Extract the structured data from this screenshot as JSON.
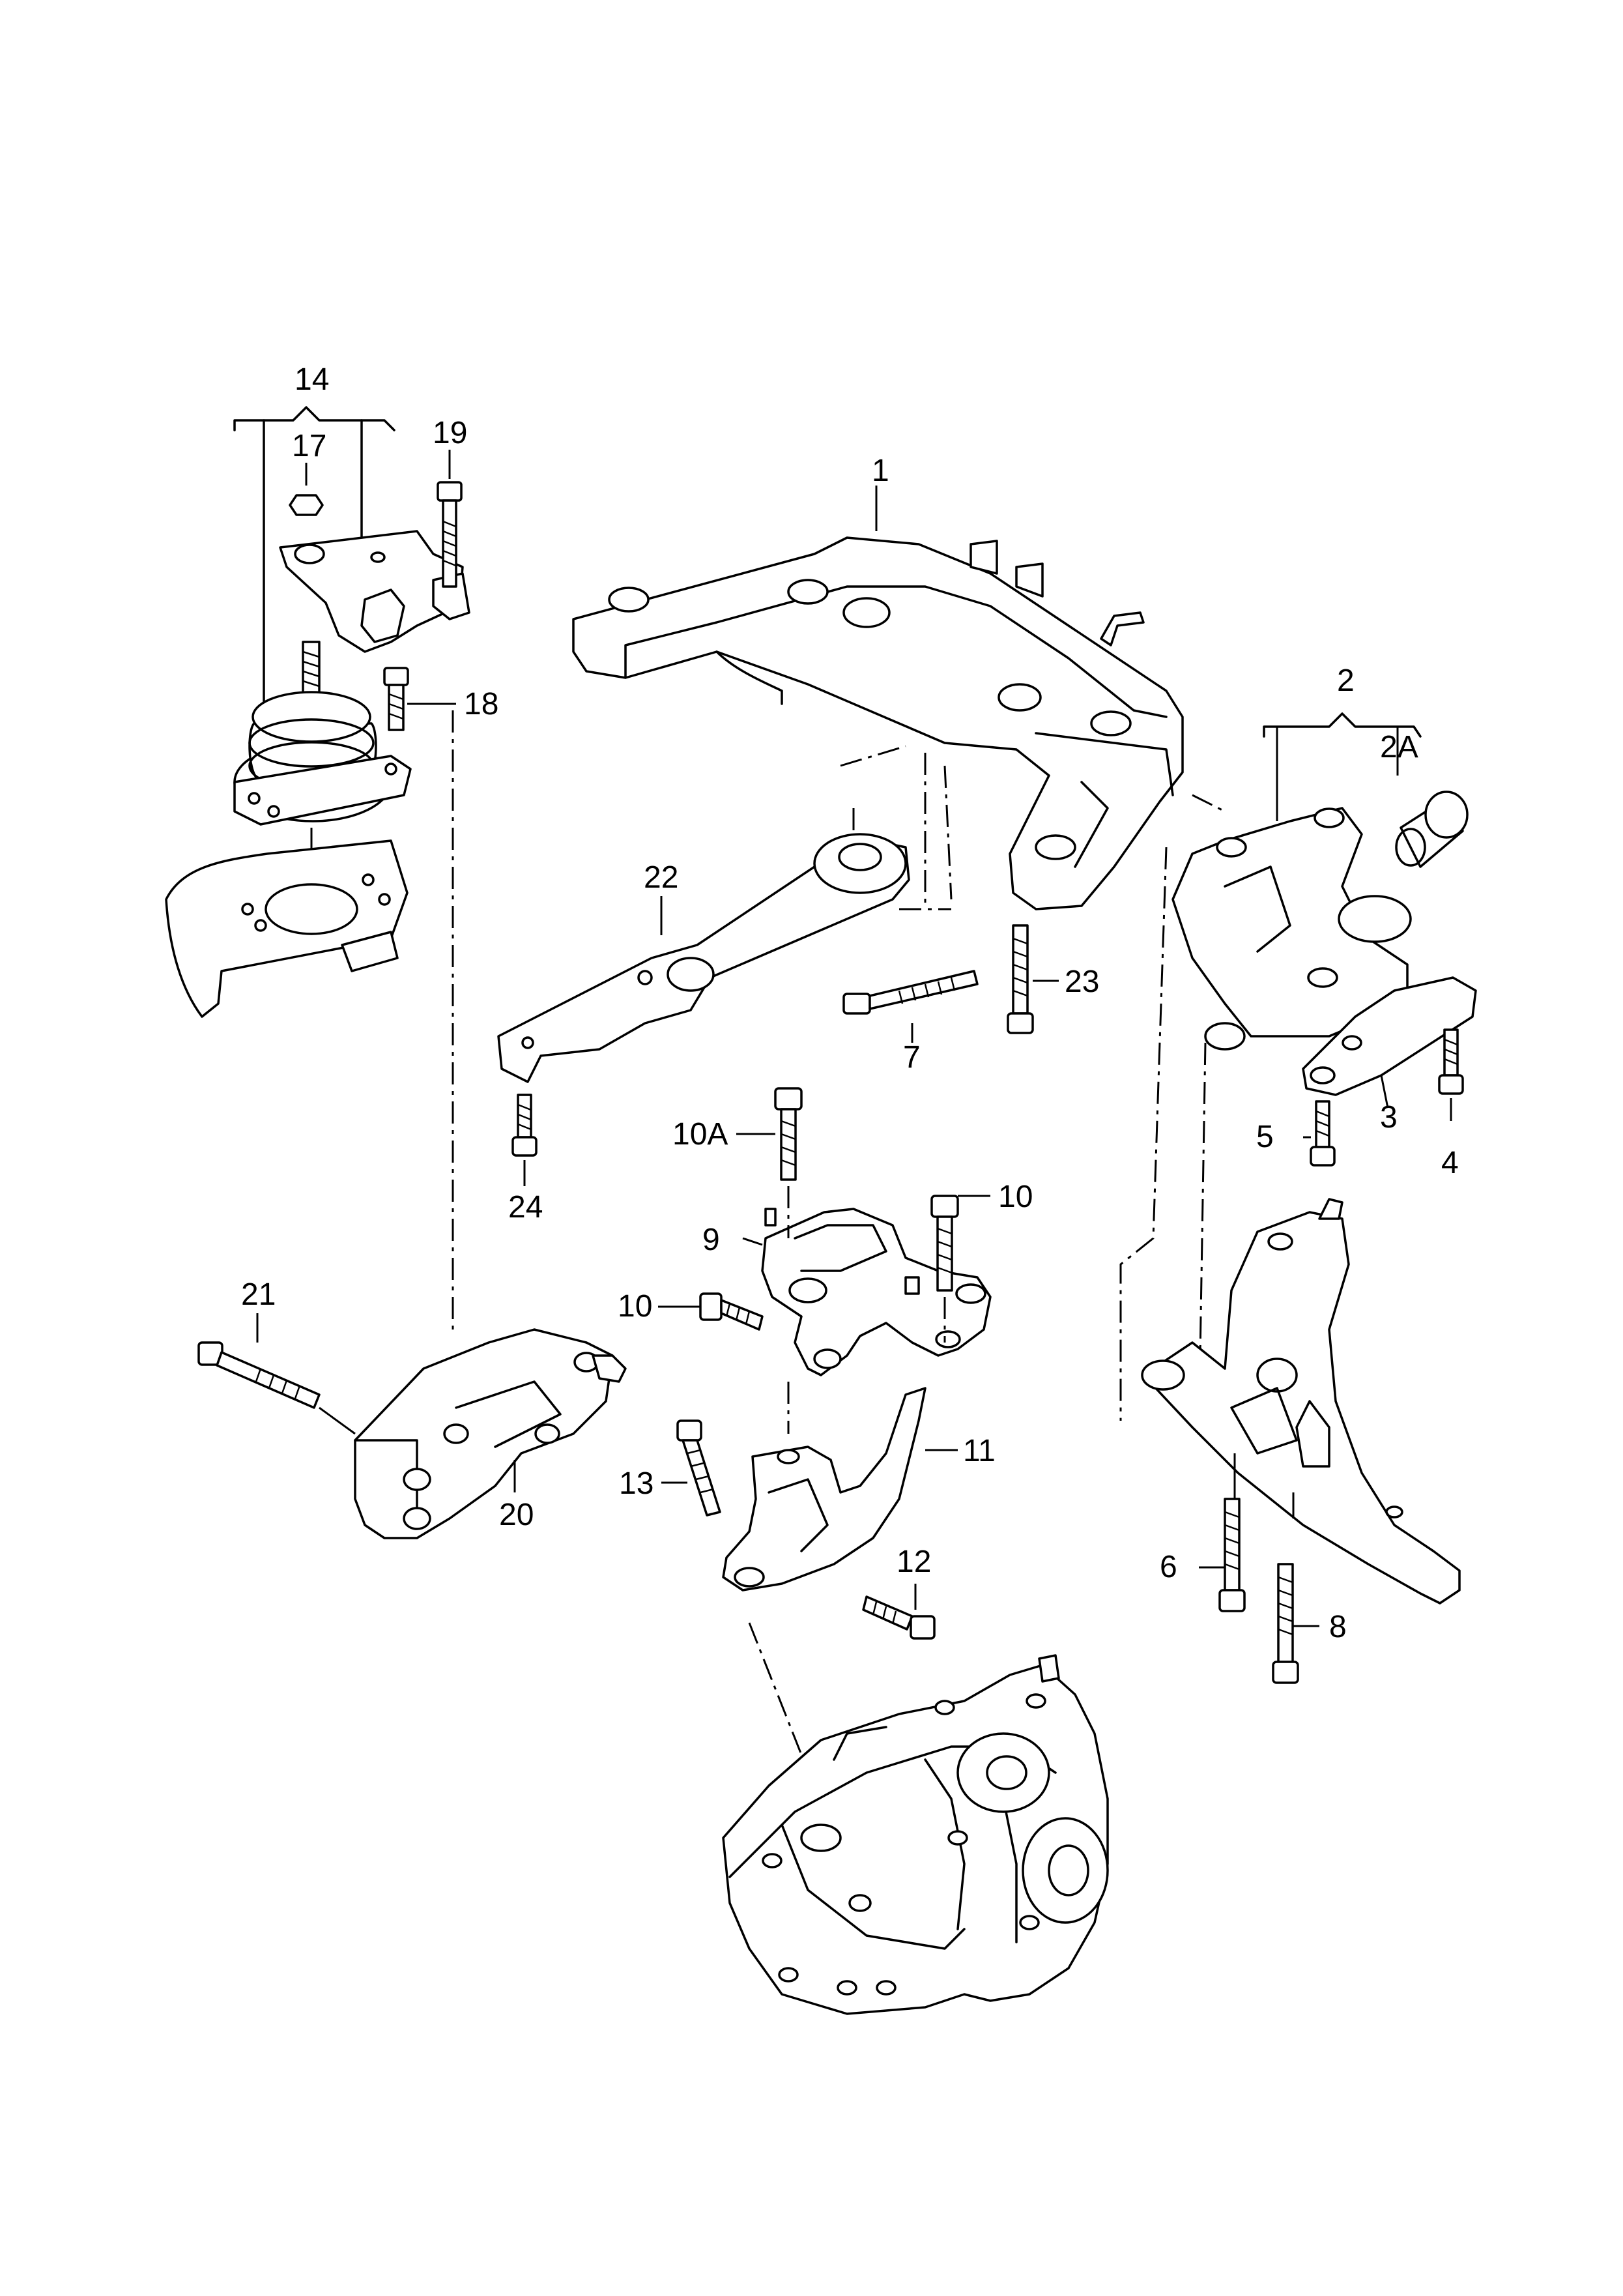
{
  "callouts": [
    {
      "id": "1",
      "text": "1"
    },
    {
      "id": "2",
      "text": "2"
    },
    {
      "id": "2A",
      "text": "2A"
    },
    {
      "id": "3",
      "text": "3"
    },
    {
      "id": "4",
      "text": "4"
    },
    {
      "id": "5",
      "text": "5"
    },
    {
      "id": "6",
      "text": "6"
    },
    {
      "id": "7",
      "text": "7"
    },
    {
      "id": "8",
      "text": "8"
    },
    {
      "id": "9",
      "text": "9"
    },
    {
      "id": "10",
      "text": "10"
    },
    {
      "id": "10A",
      "text": "10A"
    },
    {
      "id": "10b",
      "text": "10"
    },
    {
      "id": "11",
      "text": "11"
    },
    {
      "id": "12",
      "text": "12"
    },
    {
      "id": "13",
      "text": "13"
    },
    {
      "id": "14",
      "text": "14"
    },
    {
      "id": "17",
      "text": "17"
    },
    {
      "id": "18",
      "text": "18"
    },
    {
      "id": "19",
      "text": "19"
    },
    {
      "id": "20",
      "text": "20"
    },
    {
      "id": "21",
      "text": "21"
    },
    {
      "id": "22",
      "text": "22"
    },
    {
      "id": "23",
      "text": "23"
    },
    {
      "id": "24",
      "text": "24"
    }
  ]
}
